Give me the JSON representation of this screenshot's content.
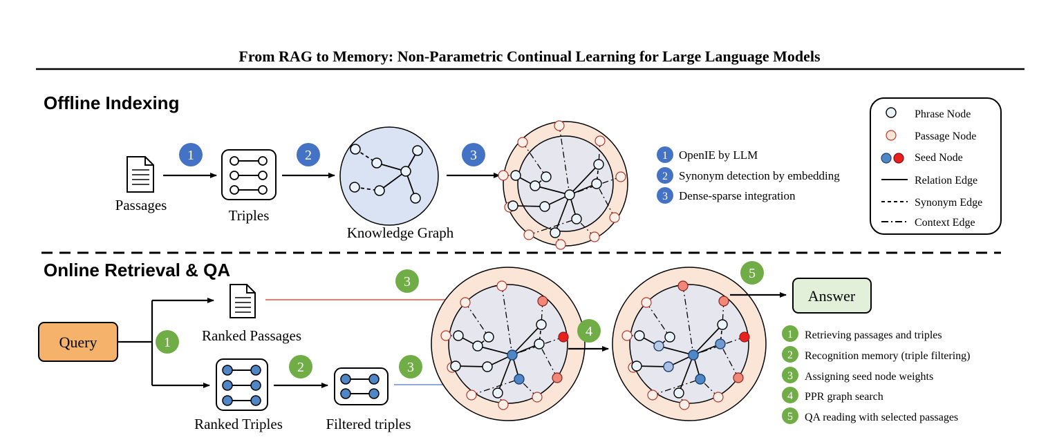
{
  "title": "From RAG to Memory: Non-Parametric Continual Learning for Large Language Models",
  "offline": {
    "heading": "Offline Indexing",
    "labels": {
      "passages": "Passages",
      "triples": "Triples",
      "knowledge_graph": "Knowledge Graph"
    },
    "step_numbers": [
      "1",
      "2",
      "3"
    ],
    "steps": [
      {
        "num": "1",
        "text": "OpenIE by LLM"
      },
      {
        "num": "2",
        "text": "Synonym detection by embedding"
      },
      {
        "num": "3",
        "text": "Dense-sparse integration"
      }
    ]
  },
  "legend": [
    {
      "marker": "phrase-node",
      "text": "Phrase Node"
    },
    {
      "marker": "passage-node",
      "text": "Passage Node"
    },
    {
      "marker": "seed-node",
      "text": "Seed Node"
    },
    {
      "marker": "relation-edge",
      "text": "Relation Edge"
    },
    {
      "marker": "synonym-edge",
      "text": "Synonym Edge"
    },
    {
      "marker": "context-edge",
      "text": "Context Edge"
    }
  ],
  "online": {
    "heading": "Online Retrieval & QA",
    "labels": {
      "query": "Query",
      "ranked_passages": "Ranked Passages",
      "ranked_triples": "Ranked Triples",
      "filtered_triples": "Filtered triples",
      "answer": "Answer"
    },
    "step_numbers": {
      "retrieve": "1",
      "filter": "2",
      "seed_passage": "3",
      "seed_triple": "3",
      "ppr": "4",
      "qa": "5"
    },
    "steps": [
      {
        "num": "1",
        "text": "Retrieving passages and triples"
      },
      {
        "num": "2",
        "text": "Recognition memory (triple filtering)"
      },
      {
        "num": "3",
        "text": "Assigning seed node weights"
      },
      {
        "num": "4",
        "text": "PPR graph search"
      },
      {
        "num": "5",
        "text": "QA reading with selected passages"
      }
    ]
  },
  "colors": {
    "blue_badge": "#4472c4",
    "green_badge": "#70ad47",
    "query_fill": "#f4b26b",
    "answer_fill": "#e2f0d9",
    "kg_fill": "#dae3f3",
    "ring_fill": "#fbe5d6",
    "inner_fill": "#e6e6ee",
    "phrase_fill": "#ecf4fb",
    "seed_blue": "#4f86c6",
    "seed_red": "#e82020",
    "red_arrow": "#f07a6a",
    "blue_arrow": "#8fa9dc"
  }
}
